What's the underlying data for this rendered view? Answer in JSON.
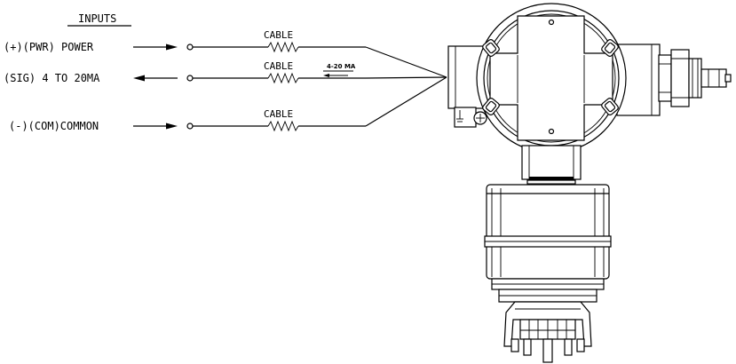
{
  "diagram": {
    "header_label": "INPUTS",
    "inputs": [
      {
        "label": "(+)(PWR) POWER",
        "cable_label": "CABLE",
        "direction": "in"
      },
      {
        "label": "(SIG) 4 TO 20MA",
        "cable_label": "CABLE",
        "direction": "out"
      },
      {
        "label": "(-)(COM)COMMON",
        "cable_label": "CABLE",
        "direction": "in"
      }
    ],
    "signal_note": "4-20 MA"
  },
  "colors": {
    "line": "#000000",
    "background": "#ffffff"
  }
}
